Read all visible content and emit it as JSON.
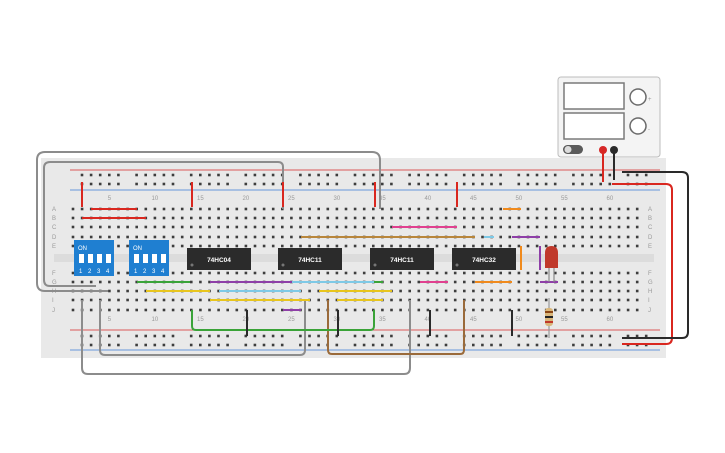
{
  "colors": {
    "breadboard": "#e9e9e9",
    "rail_red": "#d62828",
    "rail_blue": "#3a7bd5",
    "chip": "#2b2b2b",
    "dip": "#1f7fd1",
    "wire_gray": "#8c8c8c",
    "wire_red": "#d9271f",
    "wire_black": "#2a2a2a",
    "wire_green": "#3aa338",
    "wire_purple": "#8e3fa7",
    "wire_yellow": "#e8c51d",
    "wire_cyan": "#7ec9e6",
    "wire_orange": "#f08a1c",
    "wire_pink": "#e0408f",
    "wire_brown": "#9a6a3a",
    "led": "#c0392b"
  },
  "chips": [
    {
      "label": "74HC04"
    },
    {
      "label": "74HC11"
    },
    {
      "label": "74HC11"
    },
    {
      "label": "74HC32"
    }
  ],
  "dip_switches": [
    {
      "on_label": "ON",
      "numbers": [
        "1",
        "2",
        "3",
        "4"
      ]
    },
    {
      "on_label": "ON",
      "numbers": [
        "1",
        "2",
        "3",
        "4"
      ]
    }
  ],
  "column_numbers": [
    "5",
    "10",
    "15",
    "20",
    "25",
    "30",
    "35",
    "40",
    "45",
    "50",
    "55",
    "60"
  ],
  "row_letters_top": [
    "A",
    "B",
    "C",
    "D",
    "E"
  ],
  "row_letters_bottom": [
    "F",
    "G",
    "H",
    "I",
    "J"
  ],
  "power_supply": {
    "minus_label": "-",
    "plus_label": "+"
  }
}
